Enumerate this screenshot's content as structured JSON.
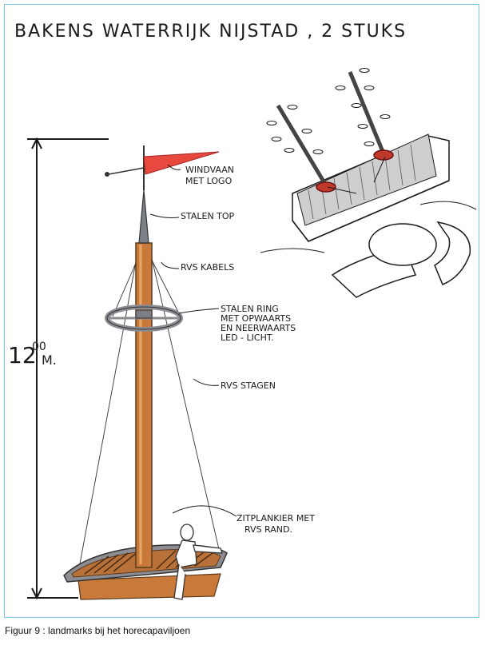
{
  "sketch": {
    "title": "BAKENS WATERRIJK NIJSTAD , 2 STUKS",
    "height_main": "12",
    "height_sup": "00",
    "height_unit": "M.",
    "labels": {
      "windvaan": [
        "WINDVAAN",
        "MET LOGO"
      ],
      "top": [
        "STALEN TOP"
      ],
      "kabels": [
        "RVS KABELS"
      ],
      "ring": [
        "STALEN RING",
        "MET OPWAARTS",
        "EN NEERWAARTS",
        "LED - LICHT."
      ],
      "stagen": [
        "RVS STAGEN"
      ],
      "zitplankier": [
        "ZITPLANKIER MET",
        "RVS RAND."
      ]
    }
  },
  "caption": "Figuur 9 : landmarks bij het horecapaviljoen",
  "colors": {
    "flag": "#e8493f",
    "mast": "#c97a3a",
    "deck": "#b9713a",
    "steel": "#7c7f86",
    "ink": "#1a1a1a"
  }
}
